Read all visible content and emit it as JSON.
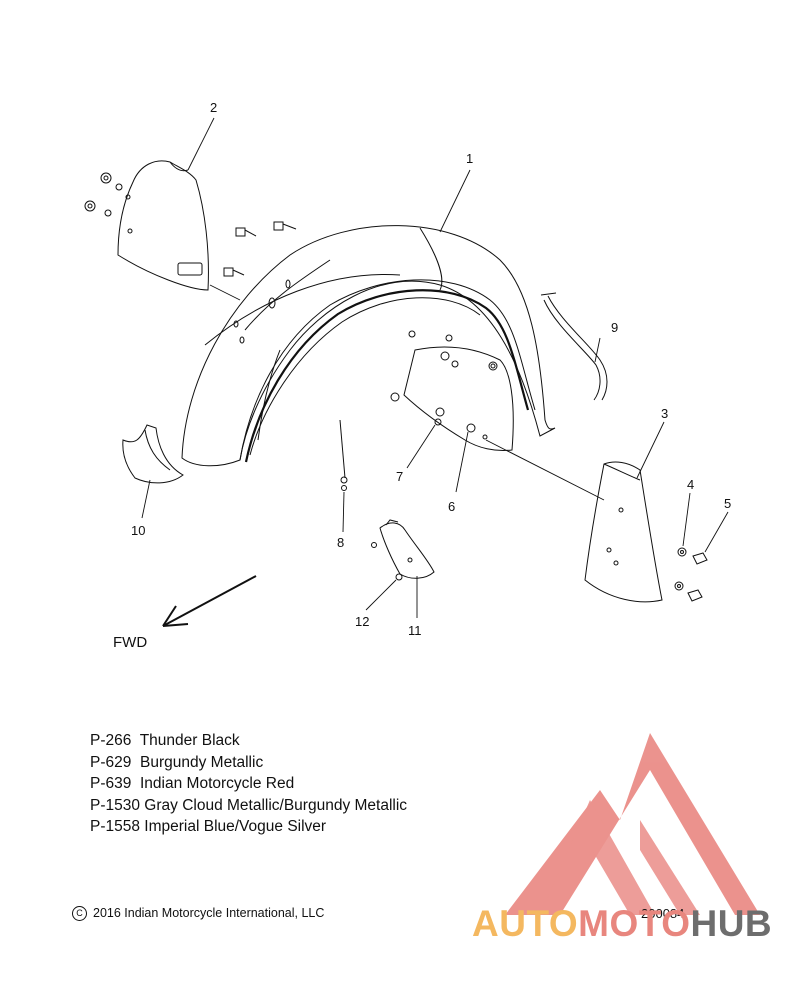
{
  "callouts": [
    "1",
    "2",
    "3",
    "4",
    "5",
    "6",
    "7",
    "8",
    "9",
    "10",
    "11",
    "12"
  ],
  "fwd_label": "FWD",
  "paint_codes": [
    {
      "code": "P-266",
      "name": "Thunder Black"
    },
    {
      "code": "P-629",
      "name": "Burgundy Metallic"
    },
    {
      "code": "P-639",
      "name": "Indian Motorcycle Red"
    },
    {
      "code": "P-1530",
      "name": "Gray Cloud Metallic/Burgundy Metallic"
    },
    {
      "code": "P-1558",
      "name": "Imperial Blue/Vogue Silver"
    }
  ],
  "copyright": "2016 Indian Motorcycle International, LLC",
  "copyright_symbol": "C",
  "diagram_number": "200084",
  "watermark": {
    "part1": "AUTO",
    "part2": "MOTO",
    "part3": "HUB"
  },
  "colors": {
    "line": "#111111",
    "watermark_red": "#e8807a",
    "watermark_orange": "#f4b860",
    "watermark_gray": "#6d6d6d"
  }
}
